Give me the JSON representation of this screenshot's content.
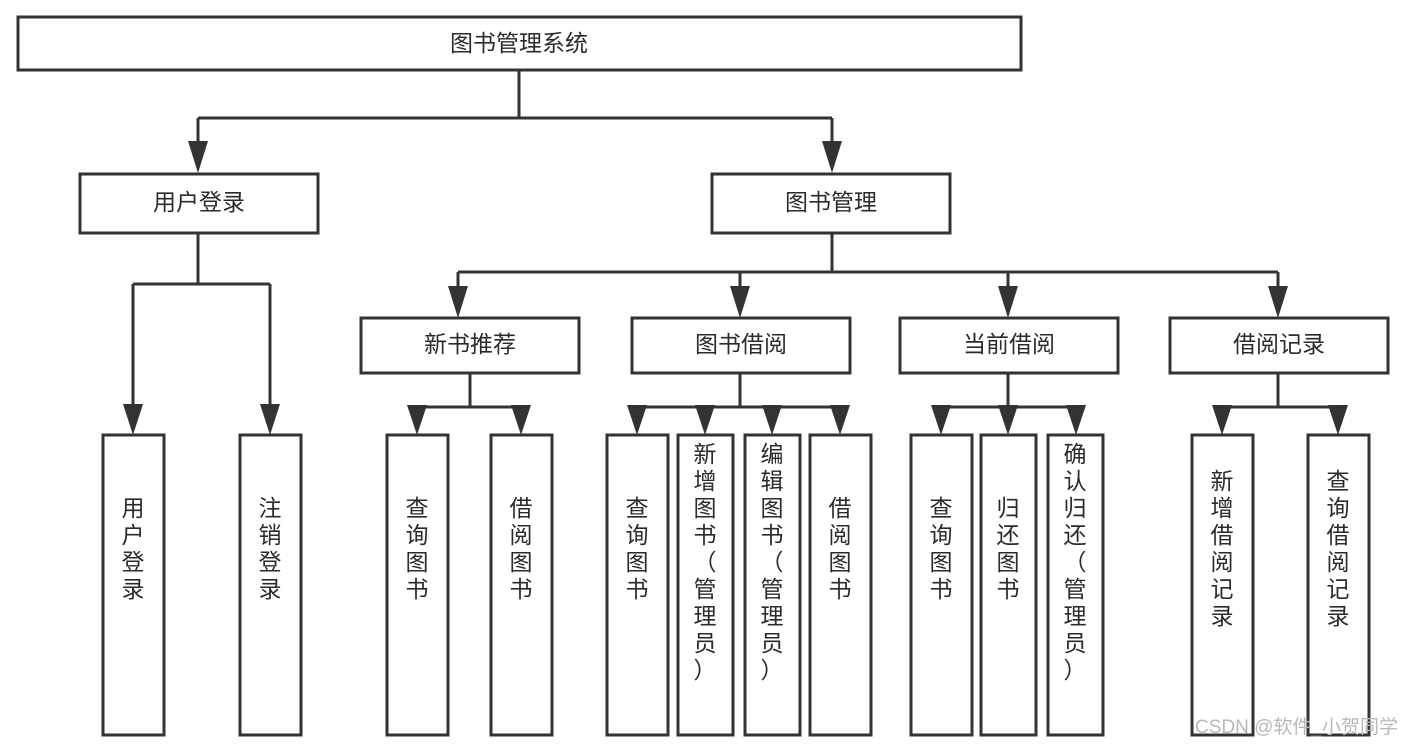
{
  "diagram": {
    "title": "图书管理系统",
    "type": "hierarchy-tree",
    "root": {
      "id": "root",
      "label": "图书管理系统"
    },
    "level1": [
      {
        "id": "user-login",
        "label": "用户登录"
      },
      {
        "id": "book-manage",
        "label": "图书管理"
      }
    ],
    "level2": [
      {
        "id": "new-book-recommend",
        "label": "新书推荐",
        "parent": "book-manage"
      },
      {
        "id": "book-borrow",
        "label": "图书借阅",
        "parent": "book-manage"
      },
      {
        "id": "current-borrow",
        "label": "当前借阅",
        "parent": "book-manage"
      },
      {
        "id": "borrow-record",
        "label": "借阅记录",
        "parent": "book-manage"
      }
    ],
    "leaves": [
      {
        "id": "leaf-user-login",
        "label": "用户登录",
        "parent": "user-login"
      },
      {
        "id": "leaf-logout-login",
        "label": "注销登录",
        "parent": "user-login"
      },
      {
        "id": "leaf-query-book-1",
        "label": "查询图书",
        "parent": "new-book-recommend"
      },
      {
        "id": "leaf-borrow-book-1",
        "label": "借阅图书",
        "parent": "new-book-recommend"
      },
      {
        "id": "leaf-query-book-2",
        "label": "查询图书",
        "parent": "book-borrow"
      },
      {
        "id": "leaf-add-book",
        "label": "新增图书（管理员）",
        "parent": "book-borrow"
      },
      {
        "id": "leaf-edit-book",
        "label": "编辑图书（管理员）",
        "parent": "book-borrow"
      },
      {
        "id": "leaf-borrow-book-2",
        "label": "借阅图书",
        "parent": "book-borrow"
      },
      {
        "id": "leaf-query-book-3",
        "label": "查询图书",
        "parent": "current-borrow"
      },
      {
        "id": "leaf-return-book",
        "label": "归还图书",
        "parent": "current-borrow"
      },
      {
        "id": "leaf-confirm-return",
        "label": "确认归还（管理员）",
        "parent": "current-borrow"
      },
      {
        "id": "leaf-add-record",
        "label": "新增借阅记录",
        "parent": "borrow-record"
      },
      {
        "id": "leaf-query-record",
        "label": "查询借阅记录",
        "parent": "borrow-record"
      }
    ],
    "watermark": "CSDN @软件_小贺同学",
    "colors": {
      "box_stroke": "#333333",
      "box_fill": "#ffffff",
      "text": "#2b2b2b",
      "connector": "#333333",
      "watermark": "#b8b8b8",
      "background": "#ffffff"
    }
  }
}
